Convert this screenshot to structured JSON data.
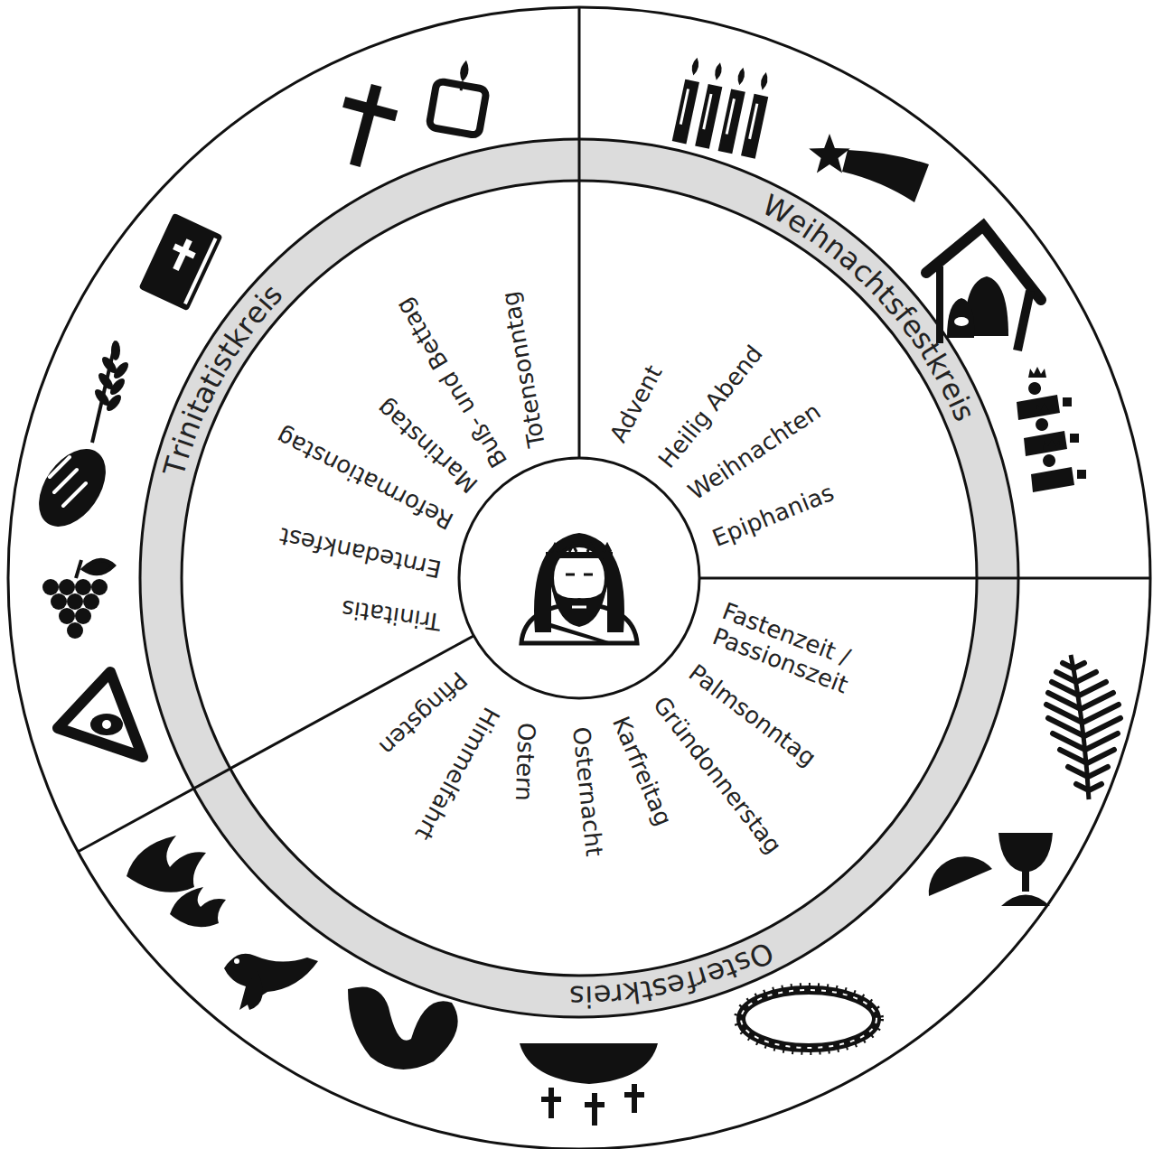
{
  "diagram": {
    "nodes": [
      {
        "text": [
          "Weihnachtsfestkreis",
          "Advent",
          "Heilig Abend",
          "Weihnachten",
          "Epiphanias"
        ]
      },
      {
        "text": [
          "Osterfestkreis",
          "Fastenzeit / Passionszeit",
          "Palmsonntag",
          "Gründonnerstag",
          "Karfreitag",
          "Osternacht",
          "Ostern",
          "Himmelfahrt",
          "Pfingsten"
        ]
      },
      {
        "text": [
          "Trinitatistkreis",
          "Trinitatis",
          "Erntedankfest",
          "Reformationstag",
          "Martinstag",
          "Buß- und Bettag",
          "Totensonntag"
        ]
      }
    ]
  }
}
